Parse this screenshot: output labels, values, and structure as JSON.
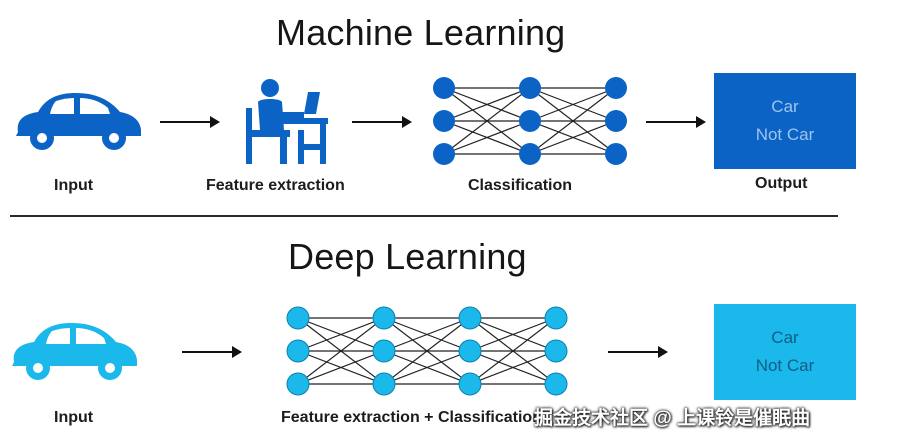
{
  "colors": {
    "ml_blue": "#0b63c5",
    "dl_blue": "#1bb8ec",
    "ml_output_text": "#9dc3ef",
    "dl_output_text": "#0f5f86",
    "divider": "#2b2b2b",
    "arrow": "#111111"
  },
  "machine_learning": {
    "title": "Machine Learning",
    "icons": [
      "car-icon",
      "person-at-computer-icon",
      "neural-network-icon"
    ],
    "labels": {
      "input": "Input",
      "feature_extraction": "Feature extraction",
      "classification": "Classification",
      "output": "Output"
    },
    "output_box": {
      "line1": "Car",
      "line2": "Not Car"
    }
  },
  "deep_learning": {
    "title": "Deep Learning",
    "icons": [
      "car-icon",
      "neural-network-icon"
    ],
    "labels": {
      "input": "Input",
      "feature_classification": "Feature extraction + Classification"
    },
    "output_box": {
      "line1": "Car",
      "line2": "Not Car"
    }
  },
  "watermark": "掘金技术社区 @ 上课铃是催眠曲"
}
